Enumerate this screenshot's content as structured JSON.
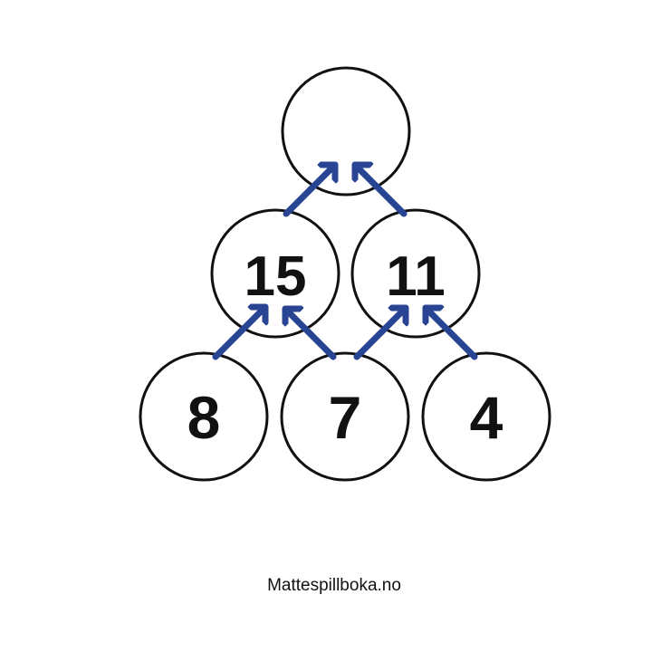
{
  "colors": {
    "circle_stroke": "#111111",
    "arrow": "#2a4494",
    "text": "#111111"
  },
  "pyramid": {
    "top": {
      "value": ""
    },
    "middle": [
      {
        "value": "15"
      },
      {
        "value": "11"
      }
    ],
    "bottom": [
      {
        "value": "8"
      },
      {
        "value": "7"
      },
      {
        "value": "4"
      }
    ]
  },
  "footer": {
    "text": "Mattespillboka.no"
  }
}
